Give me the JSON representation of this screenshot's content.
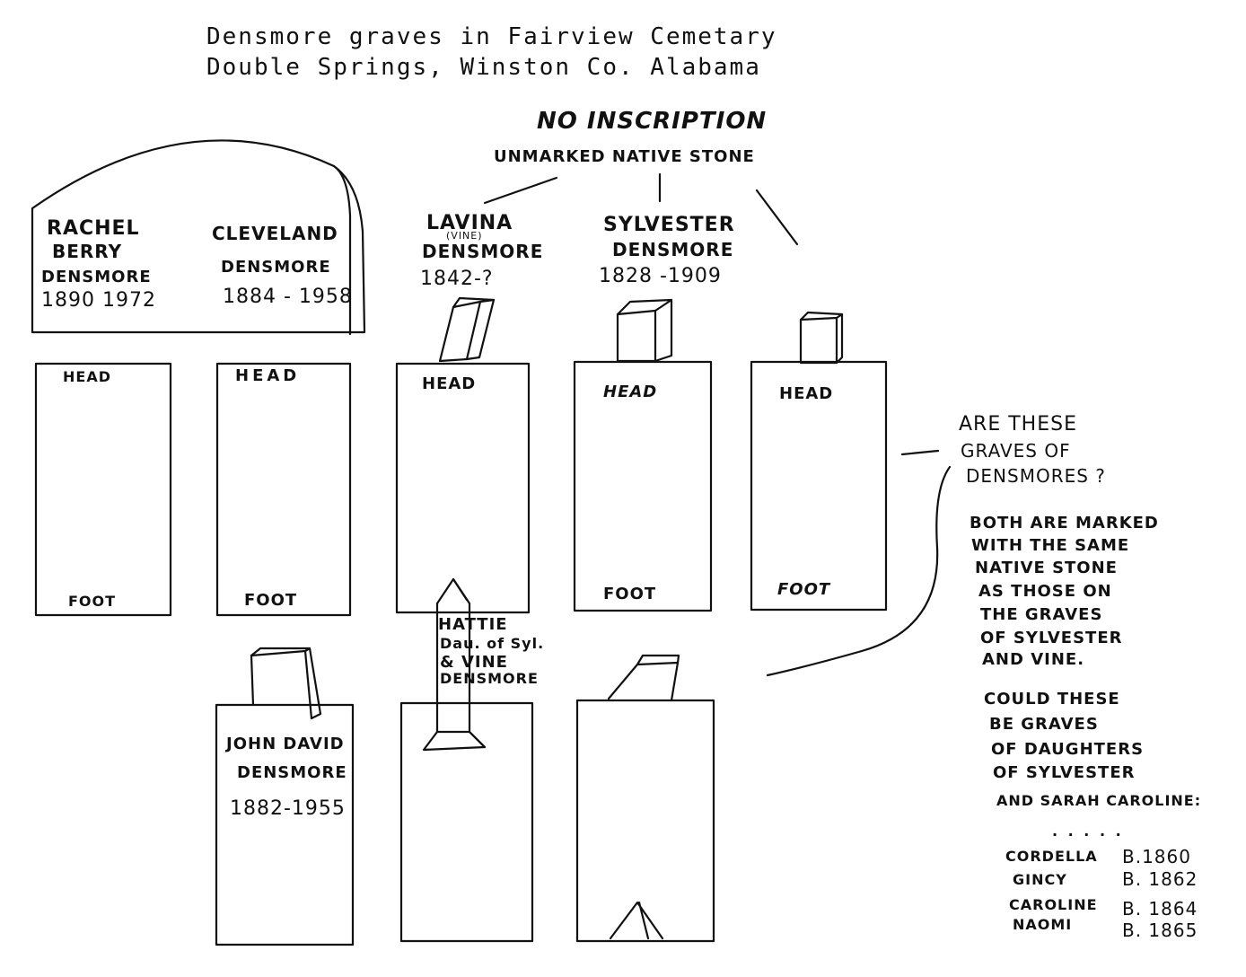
{
  "title": {
    "line1": "Densmore graves in Fairview Cemetary",
    "line2": "Double Springs, Winston Co.   Alabama"
  },
  "top_note": {
    "heading": "No Inscription",
    "sub": "Unmarked Native Stone"
  },
  "upper_graves": {
    "rachel": {
      "name1": "Rachel",
      "name2": "Berry",
      "surname": "Densmore",
      "dates": "1890 1972"
    },
    "cleveland": {
      "name": "Cleveland",
      "surname": "Densmore",
      "dates": "1884 - 1958"
    },
    "lavina": {
      "name": "Lavina",
      "alias": "(vine)",
      "surname": "Densmore",
      "dates": "1842-?"
    },
    "sylvester": {
      "name": "Sylvester",
      "surname": "Densmore",
      "dates": "1828 -1909"
    },
    "head": "Head",
    "foot": "Foot"
  },
  "hattie": {
    "line1": "Hattie",
    "line2": "Dau. of Syl.",
    "line3": "& Vine",
    "line4": "Densmore"
  },
  "john": {
    "name": "John David",
    "surname": "Densmore",
    "dates": "1882-1955"
  },
  "side_notes": {
    "question": [
      "Are these",
      "Graves of",
      "Densmores ?"
    ],
    "both": [
      "Both are marked",
      "with the same",
      "native stone",
      "as those on",
      "the graves",
      "of Sylvester",
      "and Vine."
    ],
    "could": [
      "Could these",
      "be graves",
      "of daughters",
      "of Sylvester",
      "and Sarah Caroline:"
    ],
    "dots": ". . . . .",
    "daughters": [
      {
        "name": "Cordella",
        "born": "b.1860"
      },
      {
        "name": "Gincy",
        "born": "b. 1862"
      },
      {
        "name": "Caroline",
        "born": "b. 1864"
      },
      {
        "name": "Naomi",
        "born": "b. 1865"
      }
    ]
  }
}
